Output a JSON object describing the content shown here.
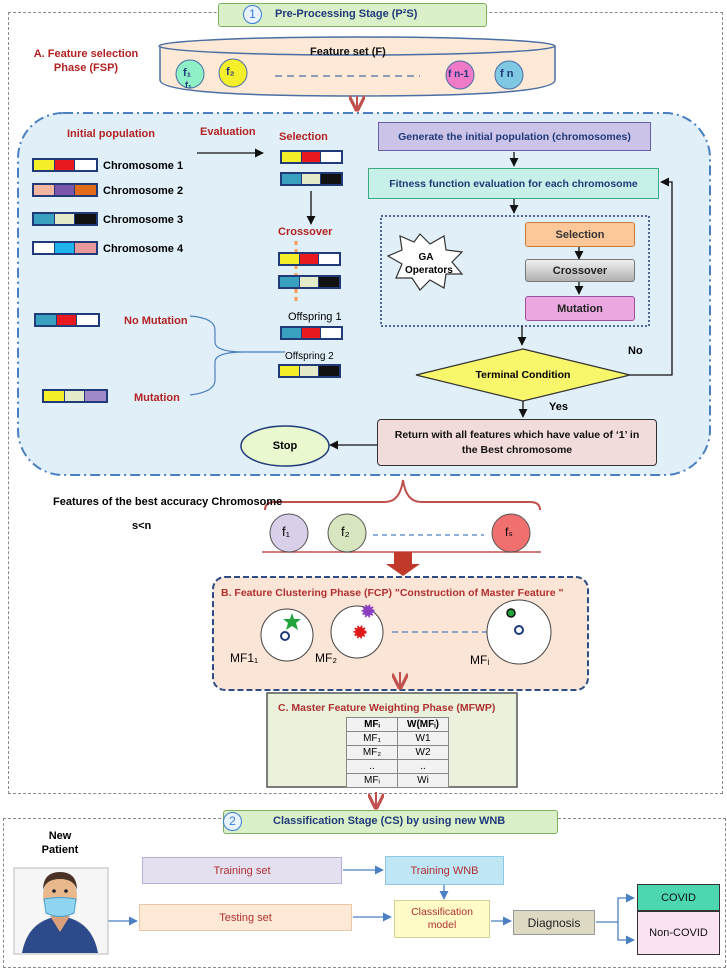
{
  "stage1": {
    "number": "1",
    "title": "Pre-Processing Stage (P²S)"
  },
  "fsp": {
    "label_line1": "A. Feature selection",
    "label_line2": "Phase (FSP)",
    "feature_set_title": "Feature set (F)",
    "features": [
      {
        "label": "f₁"
      },
      {
        "label": "f₂"
      },
      {
        "label": "f n-1"
      },
      {
        "label": "f n"
      }
    ],
    "stray_label": "f₁"
  },
  "ga": {
    "initial_population": "Initial population",
    "evaluation": "Evaluation",
    "selection": "Selection",
    "crossover": "Crossover",
    "chromosomes": [
      {
        "label": "Chromosome 1"
      },
      {
        "label": "Chromosome 2"
      },
      {
        "label": "Chromosome 3"
      },
      {
        "label": "Chromosome 4"
      }
    ],
    "no_mutation": "No Mutation",
    "mutation": "Mutation",
    "offspring1": "Offspring 1",
    "offspring2": "Offspring 2"
  },
  "flow": {
    "generate": "Generate the initial population (chromosomes)",
    "fitness": "Fitness function evaluation for each chromosome",
    "ga_operators_line1": "GA",
    "ga_operators_line2": "Operators",
    "op_selection": "Selection",
    "op_crossover": "Crossover",
    "op_mutation": "Mutation",
    "terminal": "Terminal Condition",
    "no": "No",
    "yes": "Yes",
    "return_line1": "Return with all features which have value of ‘1’ in",
    "return_line2": "the Best chromosome",
    "stop": "Stop"
  },
  "best": {
    "title": "Features of the best accuracy Chromosome",
    "condition": "s<n",
    "features": [
      {
        "label": "f₁"
      },
      {
        "label": "f₂"
      },
      {
        "label": "fₛ"
      }
    ]
  },
  "fcp": {
    "title": "B. Feature Clustering Phase (FCP) \"Construction of Master Feature \"",
    "clusters": [
      {
        "label": "MF1₁"
      },
      {
        "label": "MF₂"
      },
      {
        "label": "MFᵢ"
      }
    ]
  },
  "mfwp": {
    "title": "C. Master Feature Weighting Phase (MFWP)",
    "headers": [
      "MFᵢ",
      "W(MFᵢ)"
    ],
    "rows": [
      [
        "MF₁",
        "W1"
      ],
      [
        "MF₂",
        "W2"
      ],
      [
        "..",
        ".."
      ],
      [
        "MFᵢ",
        "Wi"
      ]
    ]
  },
  "stage2": {
    "number": "2",
    "title": "Classification Stage (CS) by using new WNB"
  },
  "cs": {
    "new_patient_line1": "New",
    "new_patient_line2": "Patient",
    "training_set": "Training set",
    "training_wnb": "Training WNB",
    "testing_set": "Testing set",
    "classification_line1": "Classification",
    "classification_line2": "model",
    "diagnosis": "Diagnosis",
    "covid": "COVID",
    "non_covid": "Non-COVID"
  }
}
